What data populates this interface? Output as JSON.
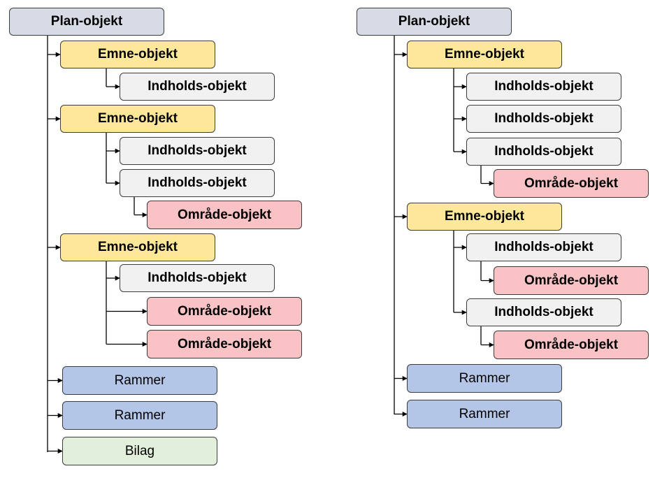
{
  "labels": {
    "plan": "Plan-objekt",
    "emne": "Emne-objekt",
    "indhold": "Indholds-objekt",
    "omrade": "Område-objekt",
    "rammer": "Rammer",
    "bilag": "Bilag"
  },
  "colors": {
    "plan": "#d7dbe6",
    "emne": "#fde89a",
    "indhold": "#f1f1f1",
    "omrade": "#f9c2c4",
    "rammer": "#b4c6e7",
    "bilag": "#e2efda",
    "border": "#3c3c3c",
    "connector": "#000000"
  },
  "trees": [
    {
      "name": "left-tree",
      "root": {
        "type": "plan",
        "label": "Plan-objekt"
      },
      "children": [
        {
          "type": "emne",
          "label": "Emne-objekt",
          "children": [
            {
              "type": "indhold",
              "label": "Indholds-objekt"
            }
          ]
        },
        {
          "type": "emne",
          "label": "Emne-objekt",
          "children": [
            {
              "type": "indhold",
              "label": "Indholds-objekt"
            },
            {
              "type": "indhold",
              "label": "Indholds-objekt",
              "children": [
                {
                  "type": "omrade",
                  "label": "Område-objekt"
                }
              ]
            }
          ]
        },
        {
          "type": "emne",
          "label": "Emne-objekt",
          "children": [
            {
              "type": "indhold",
              "label": "Indholds-objekt"
            },
            {
              "type": "omrade",
              "label": "Område-objekt"
            },
            {
              "type": "omrade",
              "label": "Område-objekt"
            }
          ]
        },
        {
          "type": "rammer",
          "label": "Rammer"
        },
        {
          "type": "rammer",
          "label": "Rammer"
        },
        {
          "type": "bilag",
          "label": "Bilag"
        }
      ]
    },
    {
      "name": "right-tree",
      "root": {
        "type": "plan",
        "label": "Plan-objekt"
      },
      "children": [
        {
          "type": "emne",
          "label": "Emne-objekt",
          "children": [
            {
              "type": "indhold",
              "label": "Indholds-objekt"
            },
            {
              "type": "indhold",
              "label": "Indholds-objekt"
            },
            {
              "type": "indhold",
              "label": "Indholds-objekt",
              "children": [
                {
                  "type": "omrade",
                  "label": "Område-objekt"
                }
              ]
            }
          ]
        },
        {
          "type": "emne",
          "label": "Emne-objekt",
          "children": [
            {
              "type": "indhold",
              "label": "Indholds-objekt",
              "children": [
                {
                  "type": "omrade",
                  "label": "Område-objekt"
                }
              ]
            },
            {
              "type": "indhold",
              "label": "Indholds-objekt",
              "children": [
                {
                  "type": "omrade",
                  "label": "Område-objekt"
                }
              ]
            }
          ]
        },
        {
          "type": "rammer",
          "label": "Rammer"
        },
        {
          "type": "rammer",
          "label": "Rammer"
        }
      ]
    }
  ]
}
